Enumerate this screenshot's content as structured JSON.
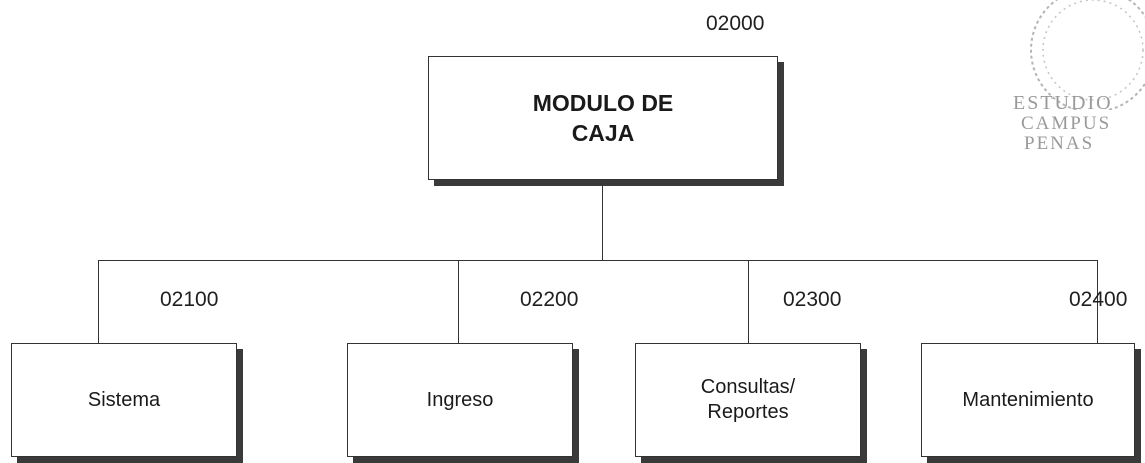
{
  "root": {
    "code": "02000",
    "label": "MODULO DE\nCAJA"
  },
  "children": [
    {
      "code": "02100",
      "label": "Sistema"
    },
    {
      "code": "02200",
      "label": "Ingreso"
    },
    {
      "code": "02300",
      "label": "Consultas/\nReportes"
    },
    {
      "code": "02400",
      "label": "Mantenimiento"
    }
  ],
  "seal": {
    "line1": "ESTUDIO",
    "line2": "CAMPUS",
    "line3": "PENAS"
  }
}
